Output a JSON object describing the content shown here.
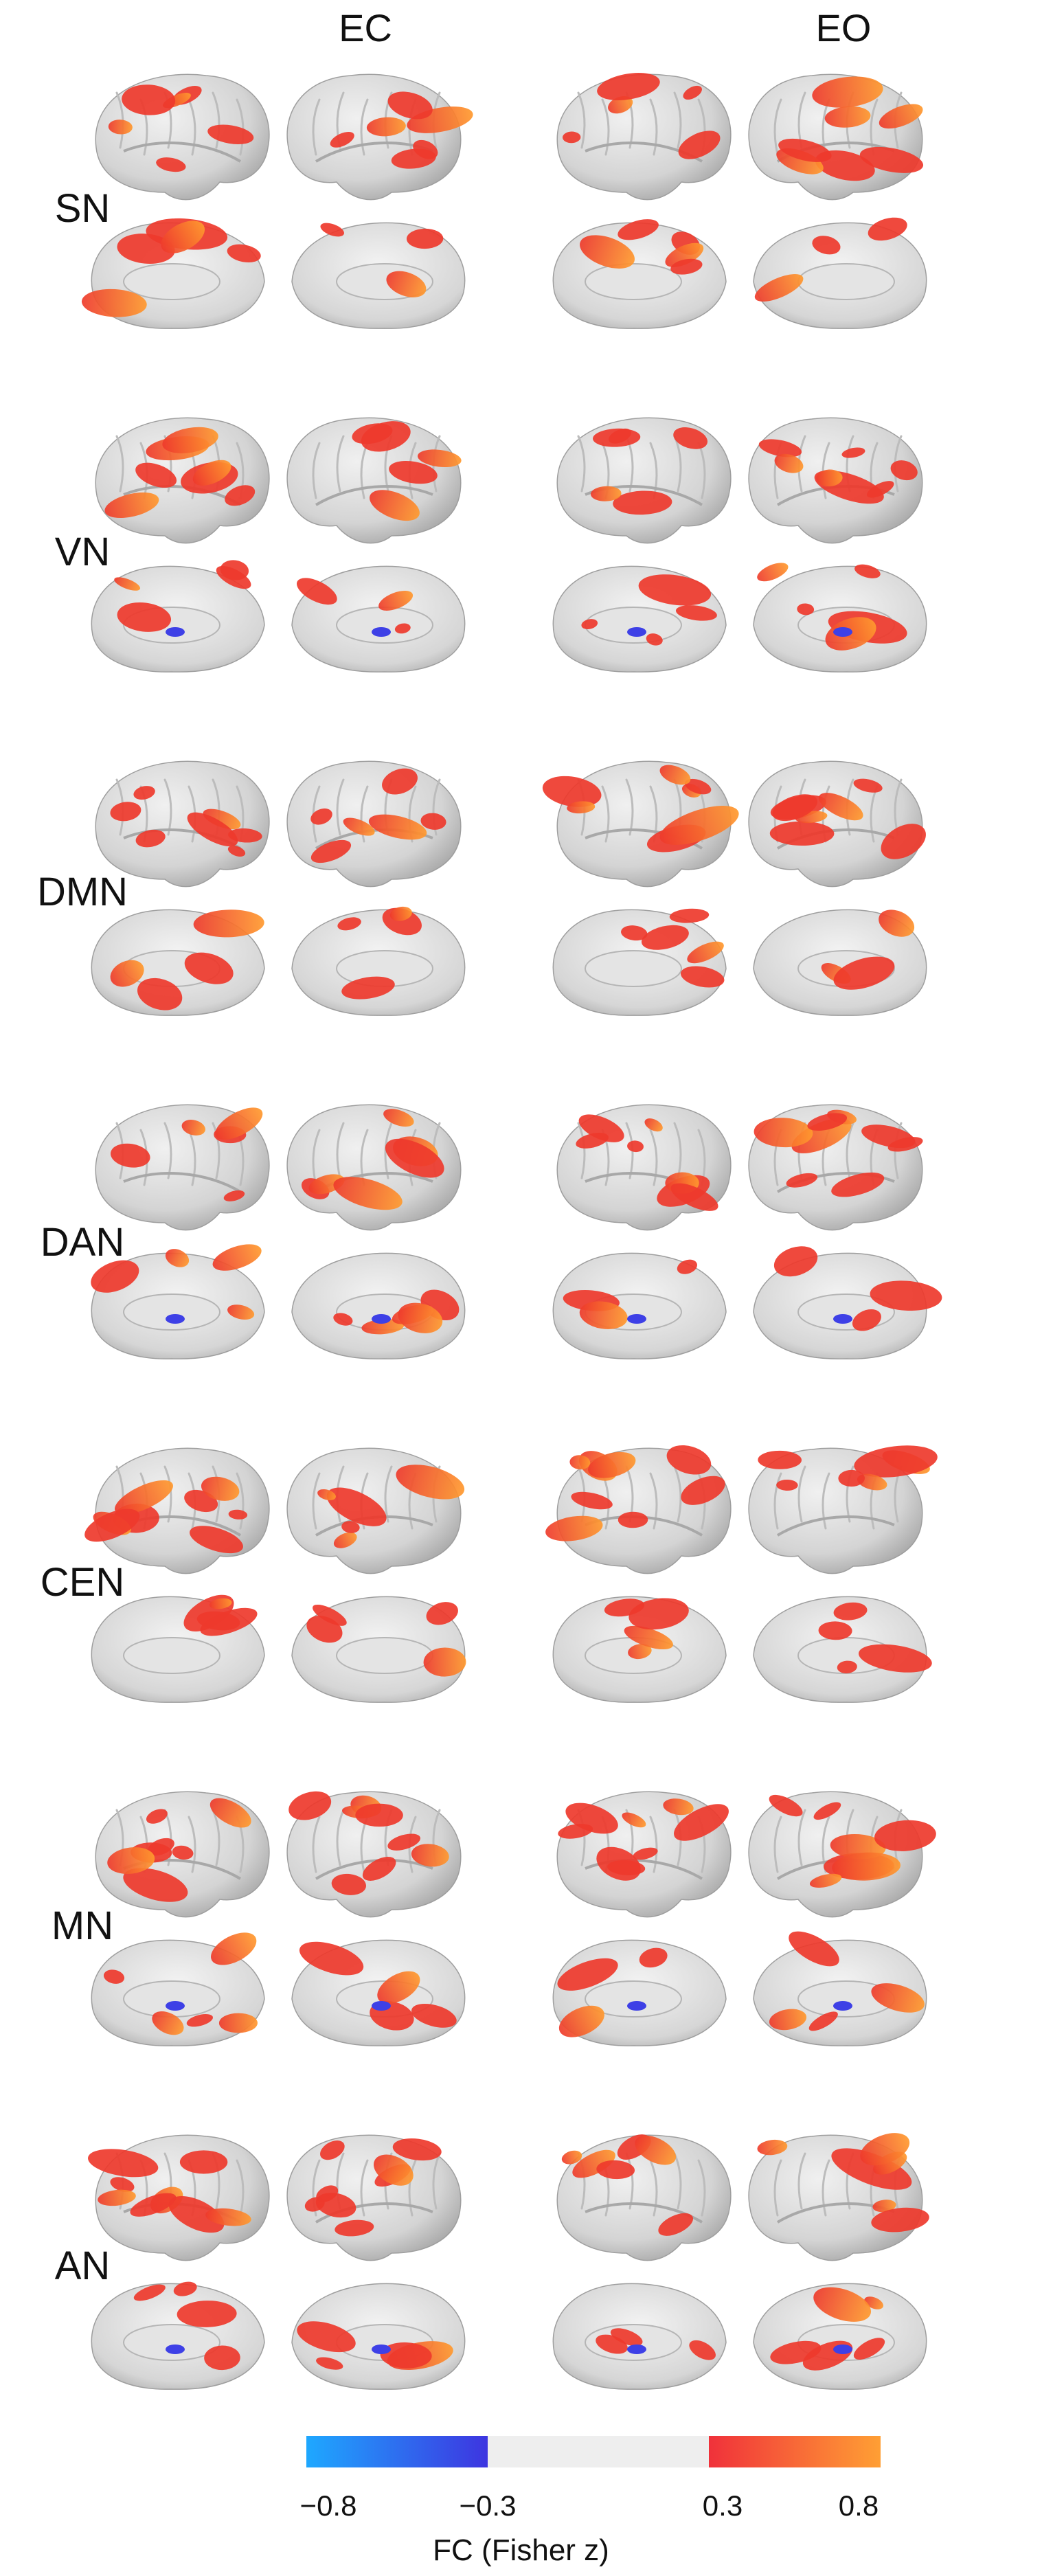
{
  "columns": [
    "EC",
    "EO"
  ],
  "rows": [
    "SN",
    "VN",
    "DMN",
    "DAN",
    "CEN",
    "MN",
    "AN"
  ],
  "colorbar": {
    "ticks": [
      "−0.8",
      "−0.3",
      "0.3",
      "0.8"
    ],
    "title": "FC (Fisher z)",
    "colors": {
      "neg_low": "#1ea8ff",
      "neg_high": "#3d35e0",
      "neutral": "#eeeeee",
      "pos_low": "#f0313a",
      "pos_high": "#ff9f34"
    }
  },
  "brain": {
    "surface": "#d9d9d9",
    "shade": "#bcbcbc",
    "activation": "#ee3a2c",
    "hot": "#ff9a2e",
    "negative": "#3e40e6"
  }
}
